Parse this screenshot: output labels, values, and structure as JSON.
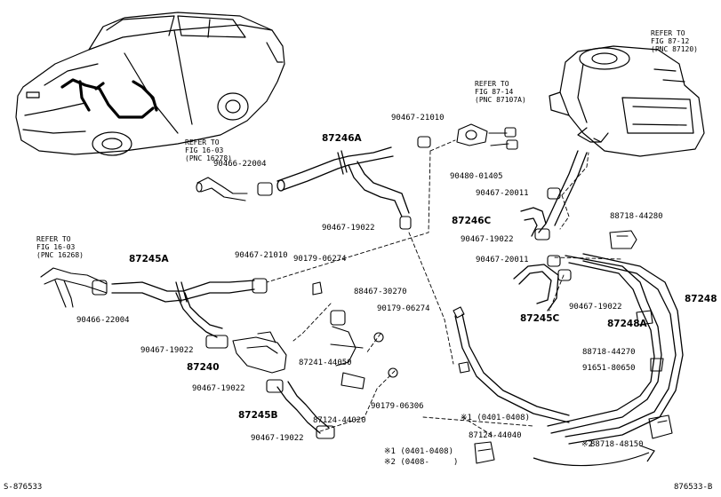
{
  "footer": {
    "left_code": "S-876533",
    "right_code": "876533-B"
  },
  "references": [
    "REFER TO\nFIG 87-12\n(PNC 87120)",
    "REFER TO\nFIG 87-14\n(PNC 87107A)",
    "REFER TO\nFIG 16-03\n(PNC 16278)",
    "REFER TO\nFIG 16-03\n(PNC 16268)"
  ],
  "part_labels": [
    "90467-21010",
    "90480-01405",
    "87246A",
    "90466-22004",
    "90467-19022",
    "90467-20011",
    "87246C",
    "90467-19022",
    "88718-44280",
    "90467-20011",
    "90467-19022",
    "87245C",
    "87248",
    "87248A",
    "88718-44270",
    "91651-80650",
    "87245A",
    "90467-21010",
    "90179-06274",
    "88467-30270",
    "90179-06274",
    "90466-22004",
    "90467-19022",
    "87240",
    "87241-44050",
    "90467-19022",
    "90179-06306",
    "87124-44020",
    "87245B",
    "90467-19022",
    "87124-44040",
    "88718-48150"
  ],
  "notes": {
    "n1_top": "※1 (0401-0408)",
    "n1_bottom": "※1 (0401-0408)",
    "n2_bottom": "※2 (0408-     )",
    "n2_part_prefix": "※2"
  }
}
